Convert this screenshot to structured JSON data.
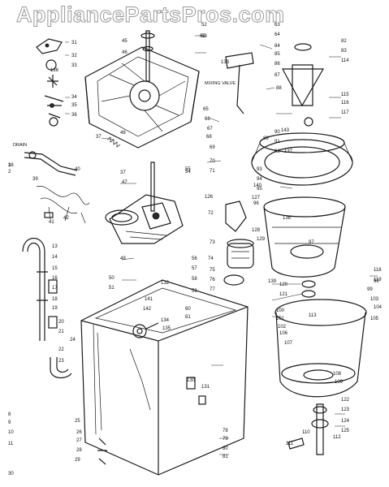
{
  "watermark": "AppliancePartsPros.com",
  "words": {
    "drain": "DRAIN",
    "mixing_valve": "MIXING VALVE"
  },
  "labels": [
    {
      "t": "31"
    },
    {
      "t": "32"
    },
    {
      "t": "33"
    },
    {
      "t": "34"
    },
    {
      "t": "35"
    },
    {
      "t": "36"
    },
    {
      "t": "37"
    },
    {
      "t": "37"
    },
    {
      "t": "38"
    },
    {
      "t": "39"
    },
    {
      "t": "40"
    },
    {
      "t": "41"
    },
    {
      "t": "42"
    },
    {
      "t": "1"
    },
    {
      "t": "2"
    },
    {
      "t": "13"
    },
    {
      "t": "14"
    },
    {
      "t": "15"
    },
    {
      "t": "16"
    },
    {
      "t": "17"
    },
    {
      "t": "18"
    },
    {
      "t": "19"
    },
    {
      "t": "20"
    },
    {
      "t": "21"
    },
    {
      "t": "22"
    },
    {
      "t": "23"
    },
    {
      "t": "24"
    },
    {
      "t": "25"
    },
    {
      "t": "26"
    },
    {
      "t": "27"
    },
    {
      "t": "28"
    },
    {
      "t": "29"
    },
    {
      "t": "30"
    },
    {
      "t": "8"
    },
    {
      "t": "9"
    },
    {
      "t": "10"
    },
    {
      "t": "11"
    },
    {
      "t": "45"
    },
    {
      "t": "46"
    },
    {
      "t": "47"
    },
    {
      "t": "48"
    },
    {
      "t": "49"
    },
    {
      "t": "50"
    },
    {
      "t": "51"
    },
    {
      "t": "52"
    },
    {
      "t": "53"
    },
    {
      "t": "54"
    },
    {
      "t": "55"
    },
    {
      "t": "56"
    },
    {
      "t": "57"
    },
    {
      "t": "58"
    },
    {
      "t": "59"
    },
    {
      "t": "60"
    },
    {
      "t": "61"
    },
    {
      "t": "62"
    },
    {
      "t": "63"
    },
    {
      "t": "64"
    },
    {
      "t": "65"
    },
    {
      "t": "66"
    },
    {
      "t": "67"
    },
    {
      "t": "68"
    },
    {
      "t": "69"
    },
    {
      "t": "70"
    },
    {
      "t": "71"
    },
    {
      "t": "72"
    },
    {
      "t": "73"
    },
    {
      "t": "74"
    },
    {
      "t": "75"
    },
    {
      "t": "76"
    },
    {
      "t": "77"
    },
    {
      "t": "78"
    },
    {
      "t": "79"
    },
    {
      "t": "80"
    },
    {
      "t": "81"
    },
    {
      "t": "82"
    },
    {
      "t": "83"
    },
    {
      "t": "84"
    },
    {
      "t": "85"
    },
    {
      "t": "86"
    },
    {
      "t": "87"
    },
    {
      "t": "88"
    },
    {
      "t": "89"
    },
    {
      "t": "90"
    },
    {
      "t": "91"
    },
    {
      "t": "92"
    },
    {
      "t": "93"
    },
    {
      "t": "94"
    },
    {
      "t": "95"
    },
    {
      "t": "96"
    },
    {
      "t": "97"
    },
    {
      "t": "98"
    },
    {
      "t": "99"
    },
    {
      "t": "100"
    },
    {
      "t": "101"
    },
    {
      "t": "102"
    },
    {
      "t": "103"
    },
    {
      "t": "104"
    },
    {
      "t": "105"
    },
    {
      "t": "106"
    },
    {
      "t": "107"
    },
    {
      "t": "108"
    },
    {
      "t": "109"
    },
    {
      "t": "110"
    },
    {
      "t": "111"
    },
    {
      "t": "112"
    },
    {
      "t": "113"
    },
    {
      "t": "114"
    },
    {
      "t": "115"
    },
    {
      "t": "116"
    },
    {
      "t": "117"
    },
    {
      "t": "118"
    },
    {
      "t": "119"
    },
    {
      "t": "120"
    },
    {
      "t": "121"
    },
    {
      "t": "122"
    },
    {
      "t": "123"
    },
    {
      "t": "124"
    },
    {
      "t": "125"
    },
    {
      "t": "126"
    },
    {
      "t": "127"
    },
    {
      "t": "128"
    },
    {
      "t": "129"
    },
    {
      "t": "130"
    },
    {
      "t": "131"
    },
    {
      "t": "132"
    },
    {
      "t": "133"
    },
    {
      "t": "134"
    },
    {
      "t": "135"
    },
    {
      "t": "136"
    },
    {
      "t": "137"
    },
    {
      "t": "138"
    },
    {
      "t": "139"
    },
    {
      "t": "140"
    },
    {
      "t": "141"
    },
    {
      "t": "142"
    },
    {
      "t": "143"
    }
  ]
}
